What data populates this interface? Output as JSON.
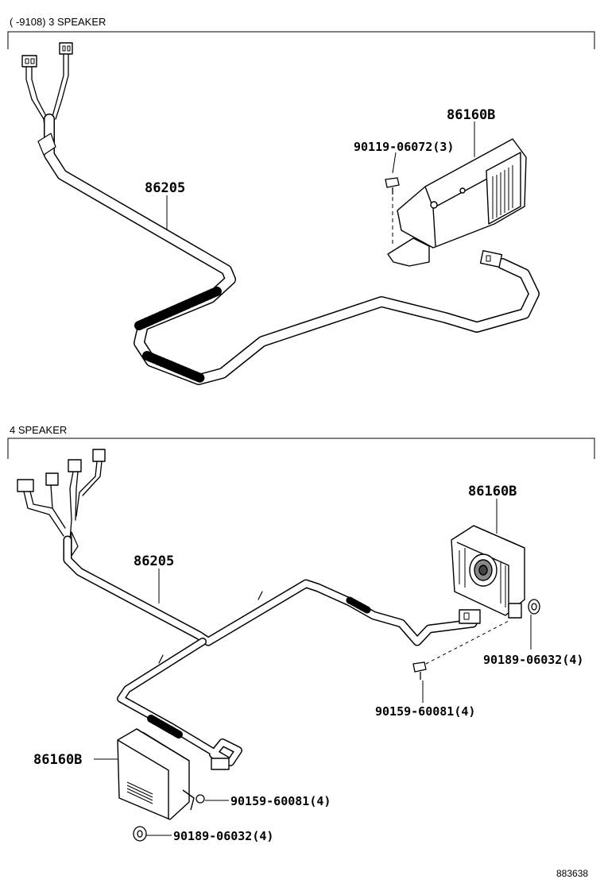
{
  "section1": {
    "title": "(      -9108) 3 SPEAKER",
    "labels": {
      "amplifier": "86160B",
      "screw": "90119-06072(3)",
      "harness": "86205"
    }
  },
  "section2": {
    "title": "4 SPEAKER",
    "labels": {
      "amplifier_right": "86160B",
      "harness": "86205",
      "washer_right": "90189-06032(4)",
      "bolt_right": "90159-60081(4)",
      "amplifier_left": "86160B",
      "bolt_left": "90159-60081(4)",
      "washer_left": "90189-06032(4)"
    }
  },
  "figure_number": "883638"
}
